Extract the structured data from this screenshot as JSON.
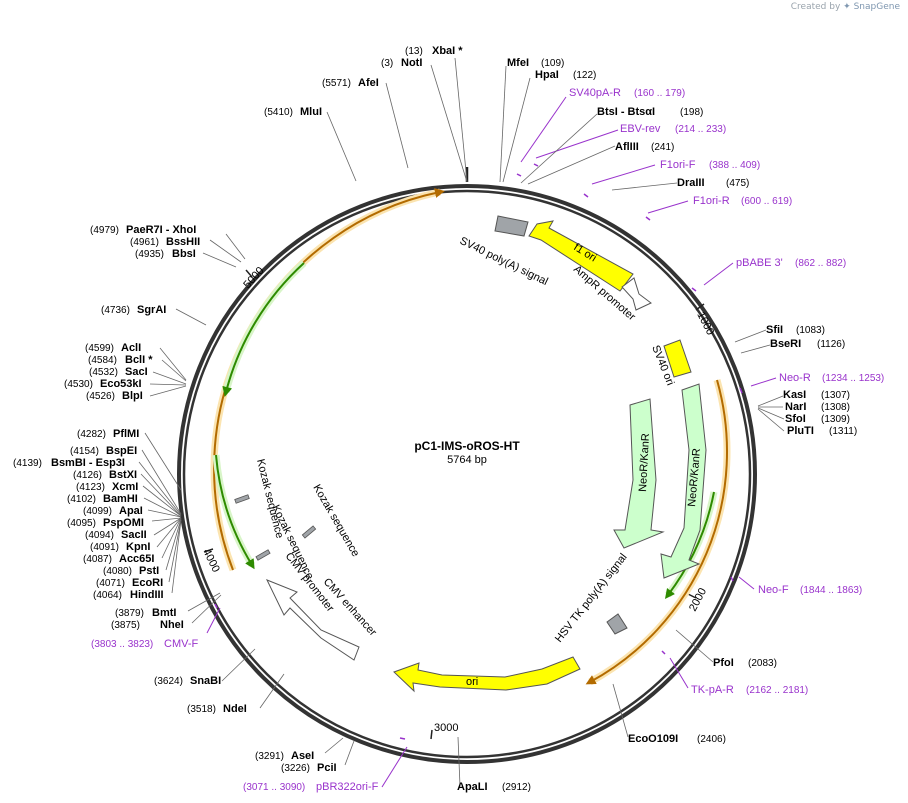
{
  "header": {
    "credit_prefix": "Created by",
    "brand": "SnapGene"
  },
  "plasmid": {
    "name": "pC1-IMS-oROS-HT",
    "length_label": "5764 bp"
  },
  "colors": {
    "primer": "#9933cc",
    "orange": "#e69900",
    "green": "#2e8b00",
    "yellow": "#ffff00",
    "ltgreen": "#ccffcc",
    "grey": "#a0a4a8"
  },
  "ticks": [
    {
      "label": "1000"
    },
    {
      "label": "2000"
    },
    {
      "label": "3000"
    },
    {
      "label": "4000"
    },
    {
      "label": "5000"
    }
  ],
  "sites": [
    {
      "name": "XbaI *",
      "pos": "(13)"
    },
    {
      "name": "NotI",
      "pos": "(3)"
    },
    {
      "name": "AfeI",
      "pos": "(5571)"
    },
    {
      "name": "MluI",
      "pos": "(5410)"
    },
    {
      "name": "MfeI",
      "pos": "(109)"
    },
    {
      "name": "HpaI",
      "pos": "(122)"
    },
    {
      "name": "BtsI - BtsαI",
      "pos": "(198)"
    },
    {
      "name": "AflIII",
      "pos": "(241)"
    },
    {
      "name": "DraIII",
      "pos": "(475)"
    },
    {
      "name": "SfiI",
      "pos": "(1083)"
    },
    {
      "name": "BseRI",
      "pos": "(1126)"
    },
    {
      "name": "KasI",
      "pos": "(1307)"
    },
    {
      "name": "NarI",
      "pos": "(1308)"
    },
    {
      "name": "SfoI",
      "pos": "(1309)"
    },
    {
      "name": "PluTI",
      "pos": "(1311)"
    },
    {
      "name": "PfoI",
      "pos": "(2083)"
    },
    {
      "name": "EcoO109I",
      "pos": "(2406)"
    },
    {
      "name": "ApaLI",
      "pos": "(2912)"
    },
    {
      "name": "PciI",
      "pos": "(3226)"
    },
    {
      "name": "AseI",
      "pos": "(3291)"
    },
    {
      "name": "NdeI",
      "pos": "(3518)"
    },
    {
      "name": "SnaBI",
      "pos": "(3624)"
    },
    {
      "name": "NheI",
      "pos": "(3875)"
    },
    {
      "name": "BmtI",
      "pos": "(3879)"
    },
    {
      "name": "HindIII",
      "pos": "(4064)"
    },
    {
      "name": "EcoRI",
      "pos": "(4071)"
    },
    {
      "name": "PstI",
      "pos": "(4080)"
    },
    {
      "name": "Acc65I",
      "pos": "(4087)"
    },
    {
      "name": "KpnI",
      "pos": "(4091)"
    },
    {
      "name": "SacII",
      "pos": "(4094)"
    },
    {
      "name": "PspOMI",
      "pos": "(4095)"
    },
    {
      "name": "ApaI",
      "pos": "(4099)"
    },
    {
      "name": "BamHI",
      "pos": "(4102)"
    },
    {
      "name": "XcmI",
      "pos": "(4123)"
    },
    {
      "name": "BstXI",
      "pos": "(4126)"
    },
    {
      "name": "BsmBI - Esp3I",
      "pos": "(4139)"
    },
    {
      "name": "BspEI",
      "pos": "(4154)"
    },
    {
      "name": "PflMI",
      "pos": "(4282)"
    },
    {
      "name": "BlpI",
      "pos": "(4526)"
    },
    {
      "name": "Eco53kI",
      "pos": "(4530)"
    },
    {
      "name": "SacI",
      "pos": "(4532)"
    },
    {
      "name": "BclI *",
      "pos": "(4584)"
    },
    {
      "name": "AclI",
      "pos": "(4599)"
    },
    {
      "name": "SgrAI",
      "pos": "(4736)"
    },
    {
      "name": "BbsI",
      "pos": "(4935)"
    },
    {
      "name": "BssHII",
      "pos": "(4961)"
    },
    {
      "name": "PaeR7I - XhoI",
      "pos": "(4979)"
    }
  ],
  "primers": [
    {
      "name": "SV40pA-R",
      "pos": "(160 .. 179)"
    },
    {
      "name": "EBV-rev",
      "pos": "(214 .. 233)"
    },
    {
      "name": "F1ori-F",
      "pos": "(388 .. 409)"
    },
    {
      "name": "F1ori-R",
      "pos": "(600 .. 619)"
    },
    {
      "name": "pBABE 3'",
      "pos": "(862 .. 882)"
    },
    {
      "name": "Neo-R",
      "pos": "(1234 .. 1253)"
    },
    {
      "name": "Neo-F",
      "pos": "(1844 .. 1863)"
    },
    {
      "name": "TK-pA-R",
      "pos": "(2162 .. 2181)"
    },
    {
      "name": "pBR322ori-F",
      "pos": "(3071 .. 3090)"
    },
    {
      "name": "CMV-F",
      "pos": "(3803 .. 3823)"
    }
  ],
  "features": [
    {
      "label": "SV40 poly(A) signal"
    },
    {
      "label": "f1 ori"
    },
    {
      "label": "AmpR promoter"
    },
    {
      "label": "SV40 ori"
    },
    {
      "label": "NeoR/KanR"
    },
    {
      "label": "NeoR/KanR"
    },
    {
      "label": "HSV TK poly(A) signal"
    },
    {
      "label": "ori"
    },
    {
      "label": "CMV enhancer"
    },
    {
      "label": "CMV promoter"
    },
    {
      "label": "Kozak sequence"
    },
    {
      "label": "Kozak sequence"
    },
    {
      "label": "Kozak sequence"
    }
  ]
}
